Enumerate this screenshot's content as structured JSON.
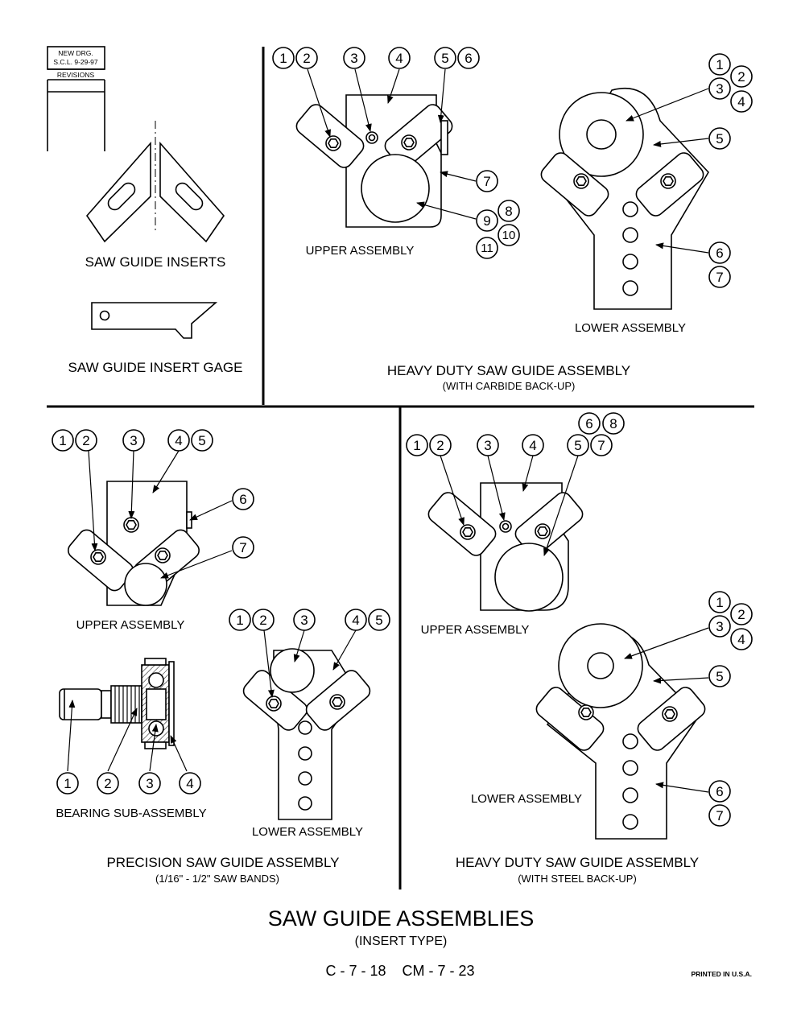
{
  "revision_box": {
    "new_drg": "NEW DRG.",
    "scl": "S.C.L.  9-29-97",
    "revisions": "REVISIONS"
  },
  "inserts": {
    "label": "SAW GUIDE INSERTS",
    "gage_label": "SAW GUIDE INSERT GAGE"
  },
  "hd_carbide": {
    "title": "HEAVY DUTY SAW GUIDE ASSEMBLY",
    "subtitle": "(WITH CARBIDE BACK-UP)",
    "upper_label": "UPPER ASSEMBLY",
    "lower_label": "LOWER ASSEMBLY",
    "upper_callouts": [
      "1",
      "2",
      "3",
      "4",
      "5",
      "6",
      "7",
      "8",
      "9",
      "10",
      "11"
    ],
    "lower_callouts": [
      "1",
      "2",
      "3",
      "4",
      "5",
      "6",
      "7"
    ]
  },
  "precision": {
    "title": "PRECISION SAW GUIDE ASSEMBLY",
    "subtitle": "(1/16\" - 1/2\" SAW BANDS)",
    "upper_label": "UPPER ASSEMBLY",
    "lower_label": "LOWER ASSEMBLY",
    "bearing_label": "BEARING SUB-ASSEMBLY",
    "upper_callouts": [
      "1",
      "2",
      "3",
      "4",
      "5",
      "6",
      "7"
    ],
    "lower_callouts": [
      "1",
      "2",
      "3",
      "4",
      "5"
    ],
    "bearing_callouts": [
      "1",
      "2",
      "3",
      "4"
    ]
  },
  "hd_steel": {
    "title": "HEAVY DUTY SAW GUIDE ASSEMBLY",
    "subtitle": "(WITH STEEL BACK-UP)",
    "upper_label": "UPPER ASSEMBLY",
    "lower_label": "LOWER ASSEMBLY",
    "upper_callouts": [
      "1",
      "2",
      "3",
      "4",
      "5",
      "6",
      "7",
      "8"
    ],
    "lower_callouts": [
      "1",
      "2",
      "3",
      "4",
      "5",
      "6",
      "7"
    ]
  },
  "footer": {
    "title": "SAW GUIDE ASSEMBLIES",
    "subtitle": "(INSERT TYPE)",
    "part_numbers": "C - 7 - 18    CM - 7 - 23",
    "printed": "PRINTED IN U.S.A."
  }
}
